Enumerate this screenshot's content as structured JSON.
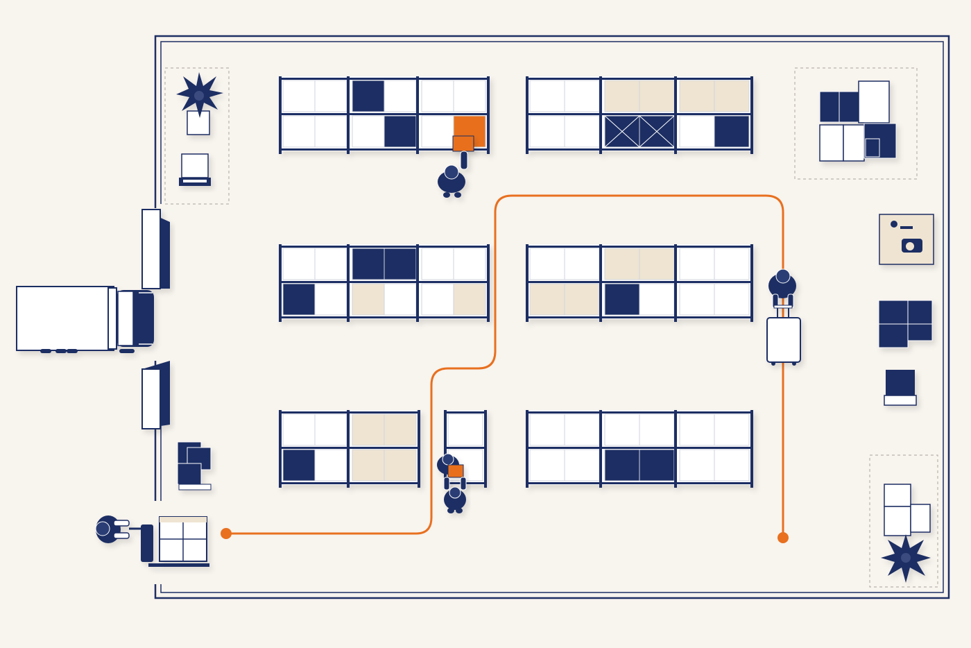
{
  "colors": {
    "background": "#f8f4ee",
    "navy": "#1e2f63",
    "orange": "#e8701f",
    "cream": "#efe4d2",
    "white": "#ffffff"
  },
  "legend": "none",
  "racks": [
    {
      "id": "rack-top-left",
      "fills": [
        [
          "w",
          "w",
          "n",
          "w",
          "w",
          "w"
        ],
        [
          "w",
          "w",
          "w",
          "n",
          "w",
          "o"
        ]
      ]
    },
    {
      "id": "rack-top-right",
      "fills": [
        [
          "w",
          "w",
          "c",
          "c",
          "c",
          "c"
        ],
        [
          "w",
          "w",
          "x",
          "x",
          "w",
          "n"
        ]
      ]
    },
    {
      "id": "rack-mid-left",
      "fills": [
        [
          "w",
          "w",
          "n",
          "n",
          "w",
          "w"
        ],
        [
          "n",
          "w",
          "c",
          "w",
          "w",
          "c"
        ]
      ]
    },
    {
      "id": "rack-mid-right",
      "fills": [
        [
          "w",
          "w",
          "c",
          "c",
          "w",
          "w"
        ],
        [
          "c",
          "c",
          "n",
          "w",
          "w",
          "w"
        ]
      ]
    },
    {
      "id": "rack-bottom-left",
      "fills": [
        [
          "w",
          "w",
          "c",
          "c"
        ],
        [
          "n",
          "w",
          "c",
          "c"
        ]
      ]
    },
    {
      "id": "rack-bottom-small",
      "fills": [
        [
          "w"
        ],
        [
          "w"
        ]
      ]
    },
    {
      "id": "rack-bottom-right",
      "fills": [
        [
          "w",
          "w",
          "w",
          "w",
          "w",
          "w"
        ],
        [
          "w",
          "w",
          "n",
          "n",
          "w",
          "w"
        ]
      ]
    }
  ],
  "route": {
    "color": "orange",
    "points": "start-dock-to-picking-aisle"
  },
  "workers": [
    {
      "id": "worker-picking-top",
      "holding": "orange-box"
    },
    {
      "id": "worker-carrying-box",
      "holding": "orange-box"
    },
    {
      "id": "worker-behind",
      "holding": "none"
    },
    {
      "id": "worker-cart",
      "holding": "cart"
    },
    {
      "id": "worker-pallet-jack",
      "holding": "pallet-jack"
    }
  ],
  "icons": [
    "truck-icon",
    "plant-icon",
    "laptop-icon",
    "camera-icon",
    "pallet-jack-icon",
    "cart-icon"
  ]
}
